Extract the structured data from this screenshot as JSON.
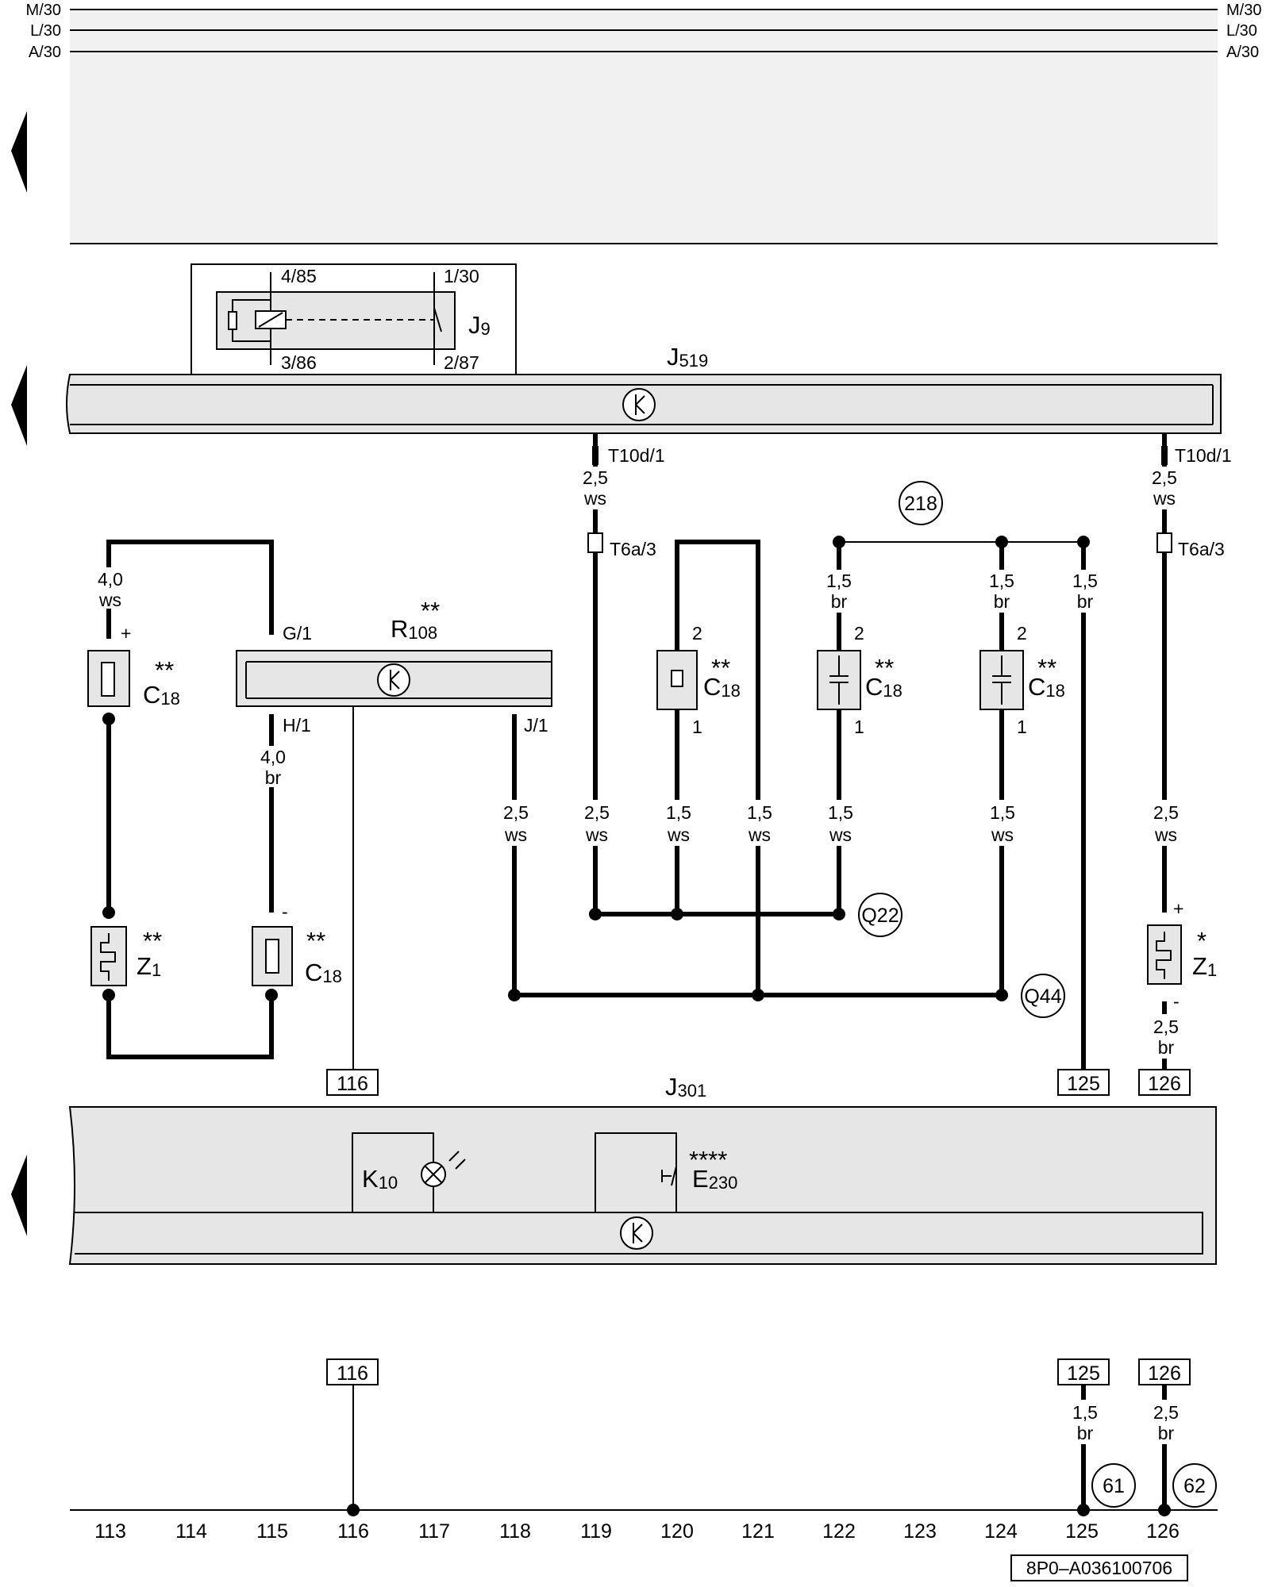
{
  "rails": [
    "M/30",
    "L/30",
    "A/30"
  ],
  "j9": {
    "name": "J",
    "sub": "9",
    "pins": [
      "4/85",
      "1/30",
      "3/86",
      "2/87"
    ]
  },
  "j519": {
    "name": "J",
    "sub": "519"
  },
  "j301": {
    "name": "J",
    "sub": "301"
  },
  "r108": {
    "stars": "**",
    "name": "R",
    "sub": "108",
    "pins": [
      "G/1",
      "H/1",
      "J/1"
    ]
  },
  "connectors": {
    "t10d": "T10d/1",
    "t6a": "T6a/3"
  },
  "components": {
    "c18": {
      "name": "C",
      "sub": "18",
      "stars": "**"
    },
    "z1": {
      "name": "Z",
      "sub": "1",
      "stars_left": "**",
      "stars_right": "*"
    },
    "k10": {
      "name": "K",
      "sub": "10"
    },
    "e230": {
      "name": "E",
      "sub": "230",
      "stars": "****"
    }
  },
  "pin_marks": {
    "plus": "+",
    "minus": "-",
    "one": "1",
    "two": "2"
  },
  "wires": {
    "w40ws": [
      "4,0",
      "ws"
    ],
    "w40br": [
      "4,0",
      "br"
    ],
    "w25ws": [
      "2,5",
      "ws"
    ],
    "w15ws": [
      "1,5",
      "ws"
    ],
    "w15br": [
      "1,5",
      "br"
    ],
    "w25br": [
      "2,5",
      "br"
    ]
  },
  "ground_points": [
    "218",
    "Q22",
    "Q44",
    "61",
    "62"
  ],
  "refs": [
    "116",
    "125",
    "126"
  ],
  "track_numbers": [
    "113",
    "114",
    "115",
    "116",
    "117",
    "118",
    "119",
    "120",
    "121",
    "122",
    "123",
    "124",
    "125",
    "126"
  ],
  "doc_id": "8P0–A036100706"
}
